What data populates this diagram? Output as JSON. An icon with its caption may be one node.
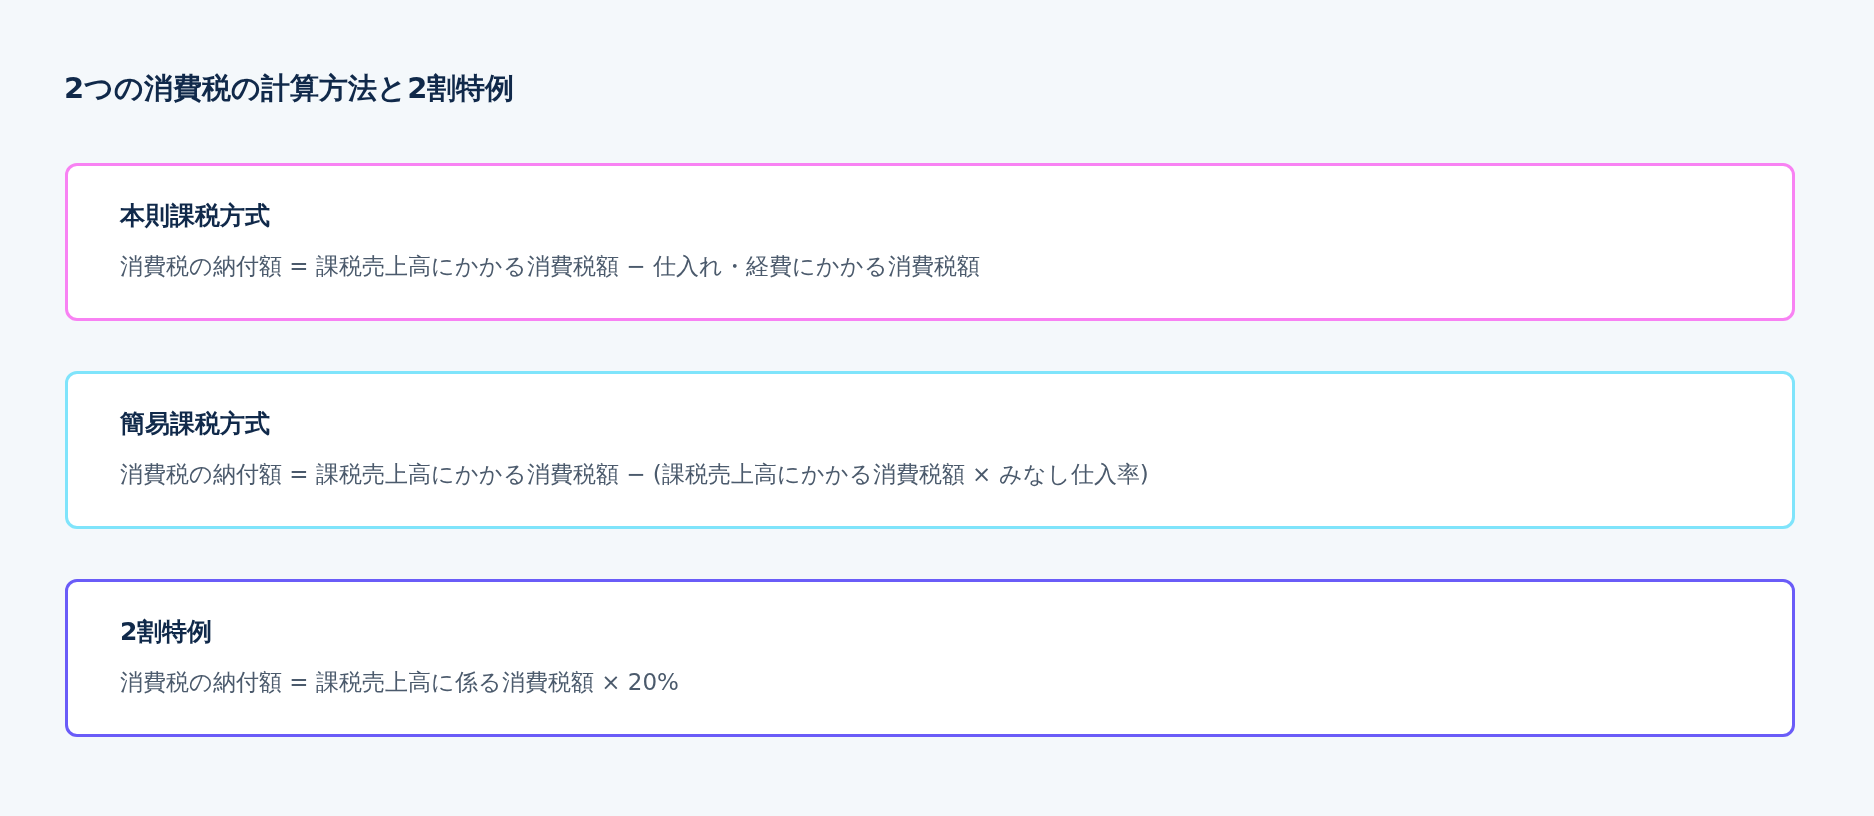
{
  "diagram": {
    "title": "2つの消費税の計算方法と2割特例",
    "nodes": [
      {
        "text": [
          "本則課税方式",
          "消費税の納付額 = 課税売上高にかかる消費税額 − 仕入れ・経費にかかる消費税額"
        ]
      },
      {
        "text": [
          "簡易課税方式",
          "消費税の納付額 = 課税売上高にかかる消費税額 − (課税売上高にかかる消費税額 × みなし仕入率)"
        ]
      },
      {
        "text": [
          "2割特例",
          "消費税の納付額 = 課税売上高に係る消費税額 × 20%"
        ]
      }
    ],
    "edges": []
  }
}
